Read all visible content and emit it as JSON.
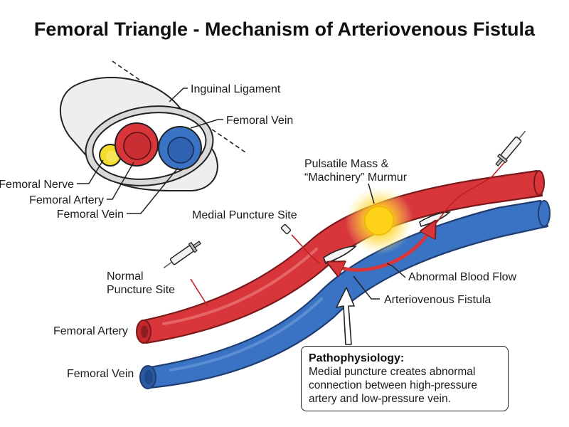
{
  "title": "Femoral Triangle - Mechanism of Arteriovenous Fistula",
  "labels": {
    "inguinal_ligament": "Inguinal Ligament",
    "femoral_vein_top": "Femoral Vein",
    "femoral_nerve": "Femoral Nerve",
    "femoral_artery_inset": "Femoral Artery",
    "femoral_vein_inset": "Femoral Vein",
    "pulsatile_mass_line1": "Pulsatile Mass &",
    "pulsatile_mass_line2": "“Machinery” Murmur",
    "medial_puncture_site": "Medial Puncture Site",
    "normal_puncture_line1": "Normal",
    "normal_puncture_line2": "Puncture Site",
    "abnormal_blood_flow": "Abnormal Blood Flow",
    "arteriovenous_fistula": "Arteriovenous Fistula",
    "femoral_artery_main": "Femoral Artery",
    "femoral_vein_main": "Femoral Vein"
  },
  "pathophysiology": {
    "heading": "Pathophysiology:",
    "line1": "Medial puncture creates abnormal",
    "line2": "connection between high-pressure",
    "line3": "artery and low-pressure vein."
  },
  "colors": {
    "artery": "#d8363a",
    "artery_dark": "#8e1d20",
    "vein": "#3a73c4",
    "vein_dark": "#1f4a8a",
    "nerve": "#f4dc2c",
    "glow": "#ffd21a",
    "flow_arrow": "#d8363a"
  },
  "icons": [
    "syringe-icon",
    "needle-tip-icon",
    "glow-icon",
    "flow-arrow-icon"
  ]
}
